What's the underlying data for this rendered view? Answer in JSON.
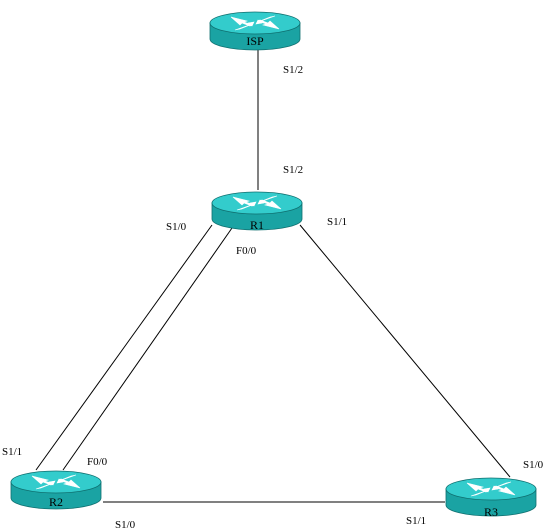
{
  "routers": {
    "isp": {
      "name": "ISP"
    },
    "r1": {
      "name": "R1"
    },
    "r2": {
      "name": "R2"
    },
    "r3": {
      "name": "R3"
    }
  },
  "interfaces": {
    "isp_s12": "S1/2",
    "r1_s12": "S1/2",
    "r1_s10": "S1/0",
    "r1_f00": "F0/0",
    "r1_s11": "S1/1",
    "r2_s11": "S1/1",
    "r2_f00": "F0/0",
    "r2_s10": "S1/0",
    "r3_s10": "S1/0",
    "r3_s11": "S1/1"
  },
  "colors": {
    "router_top": "#33cccc",
    "router_side": "#1aa3a3",
    "router_edge": "#0f6f6f",
    "router_arrows": "#ffffff",
    "link": "#000000",
    "background": "#ffffff"
  },
  "icons": {
    "router": "router-icon"
  }
}
